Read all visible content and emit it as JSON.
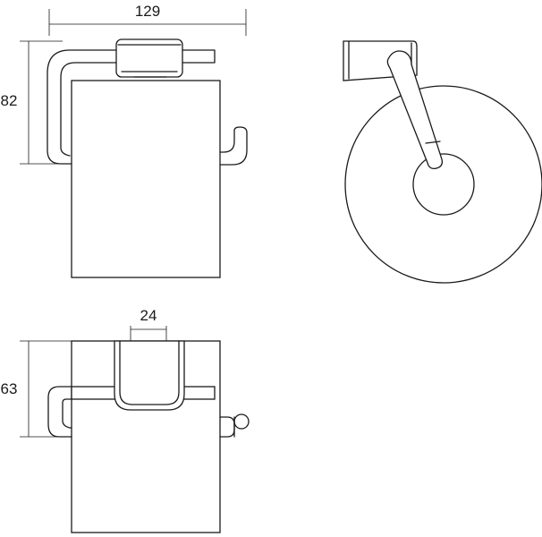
{
  "dimensions": {
    "width_top": "129",
    "height_front": "82",
    "width_slot": "24",
    "height_bottom": "63"
  },
  "colors": {
    "line": "#1a1a1a",
    "background": "#ffffff"
  }
}
